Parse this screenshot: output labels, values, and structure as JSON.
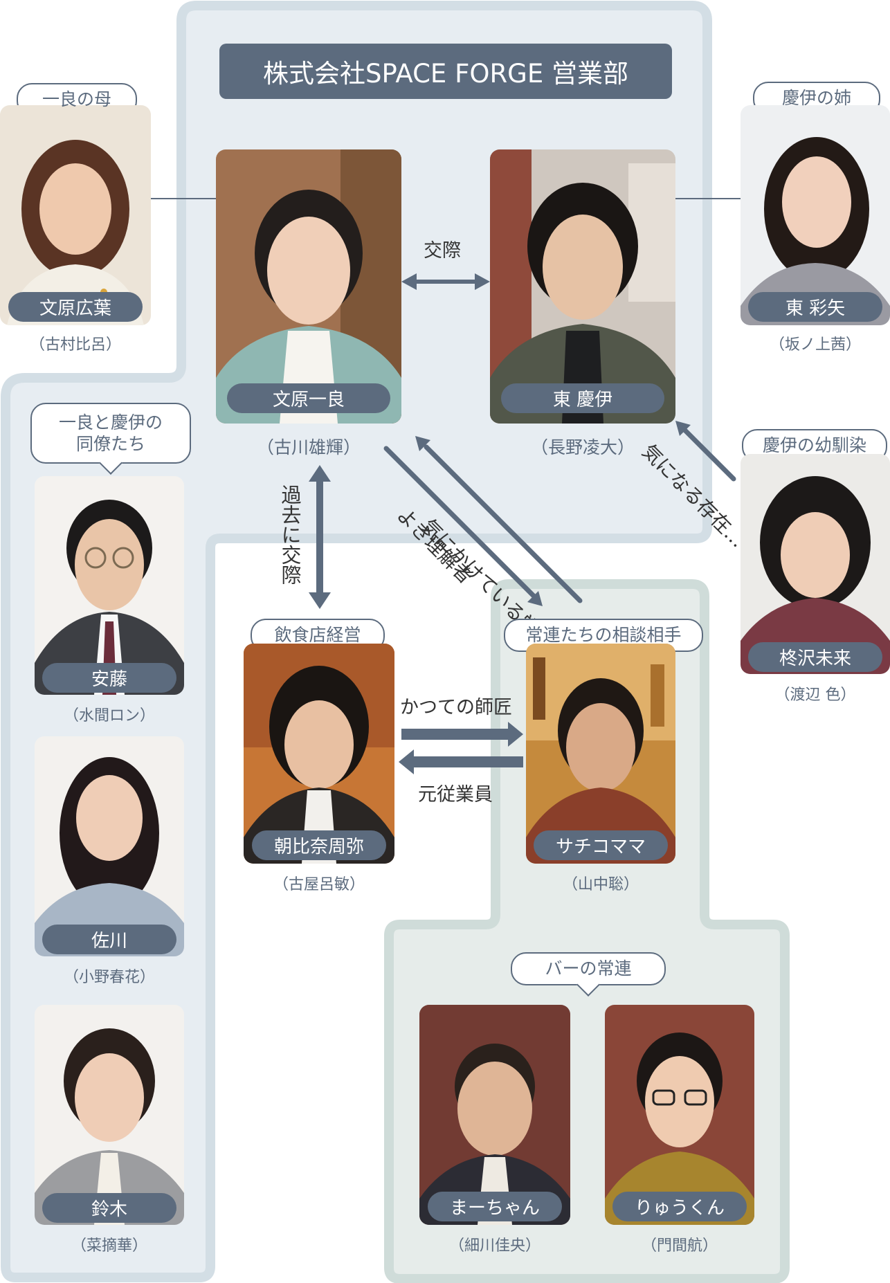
{
  "title": "株式会社SPACE FORGE 営業部",
  "colors": {
    "panel_blue": "#e7edf2",
    "panel_green": "#e6ecea",
    "border_blue": "#d3dee5",
    "border_green": "#cfdcd9",
    "plate": "#5c6b7e",
    "arrow": "#5c6b7e"
  },
  "bubbles": {
    "mother": "一良の母",
    "sister": "慶伊の姉",
    "colleagues_line1": "一良と慶伊の",
    "colleagues_line2": "同僚たち",
    "childhood": "慶伊の幼馴染",
    "restaurant": "飲食店経営",
    "counselor": "常連たちの相談相手",
    "bar_regulars": "バーの常連"
  },
  "people": {
    "hirofumi": {
      "name": "文原広葉",
      "actor": "（古村比呂）"
    },
    "ichira": {
      "name": "文原一良",
      "actor": "（古川雄輝）"
    },
    "kei": {
      "name": "東 慶伊",
      "actor": "（長野凌大）"
    },
    "aya": {
      "name": "東 彩矢",
      "actor": "（坂ノ上茜）"
    },
    "ando": {
      "name": "安藤",
      "actor": "（水間ロン）"
    },
    "sagawa": {
      "name": "佐川",
      "actor": "（小野春花）"
    },
    "suzuki": {
      "name": "鈴木",
      "actor": "（菜摘華）"
    },
    "hiiragisawa": {
      "name": "柊沢未来",
      "actor": "（渡辺 色）"
    },
    "asahina": {
      "name": "朝比奈周弥",
      "actor": "（古屋呂敏）"
    },
    "sachiko": {
      "name": "サチコママ",
      "actor": "（山中聡）"
    },
    "maa": {
      "name": "まーちゃん",
      "actor": "（細川佳央）"
    },
    "ryu": {
      "name": "りゅうくん",
      "actor": "（門間航）"
    }
  },
  "relations": {
    "dating": "交際",
    "past_dating": "過去に交際",
    "caring_regular": "気にかけている常連",
    "understanding": "よき理解者",
    "bothered": "気になる存在…",
    "former_master": "かつての師匠",
    "former_employee": "元従業員"
  }
}
